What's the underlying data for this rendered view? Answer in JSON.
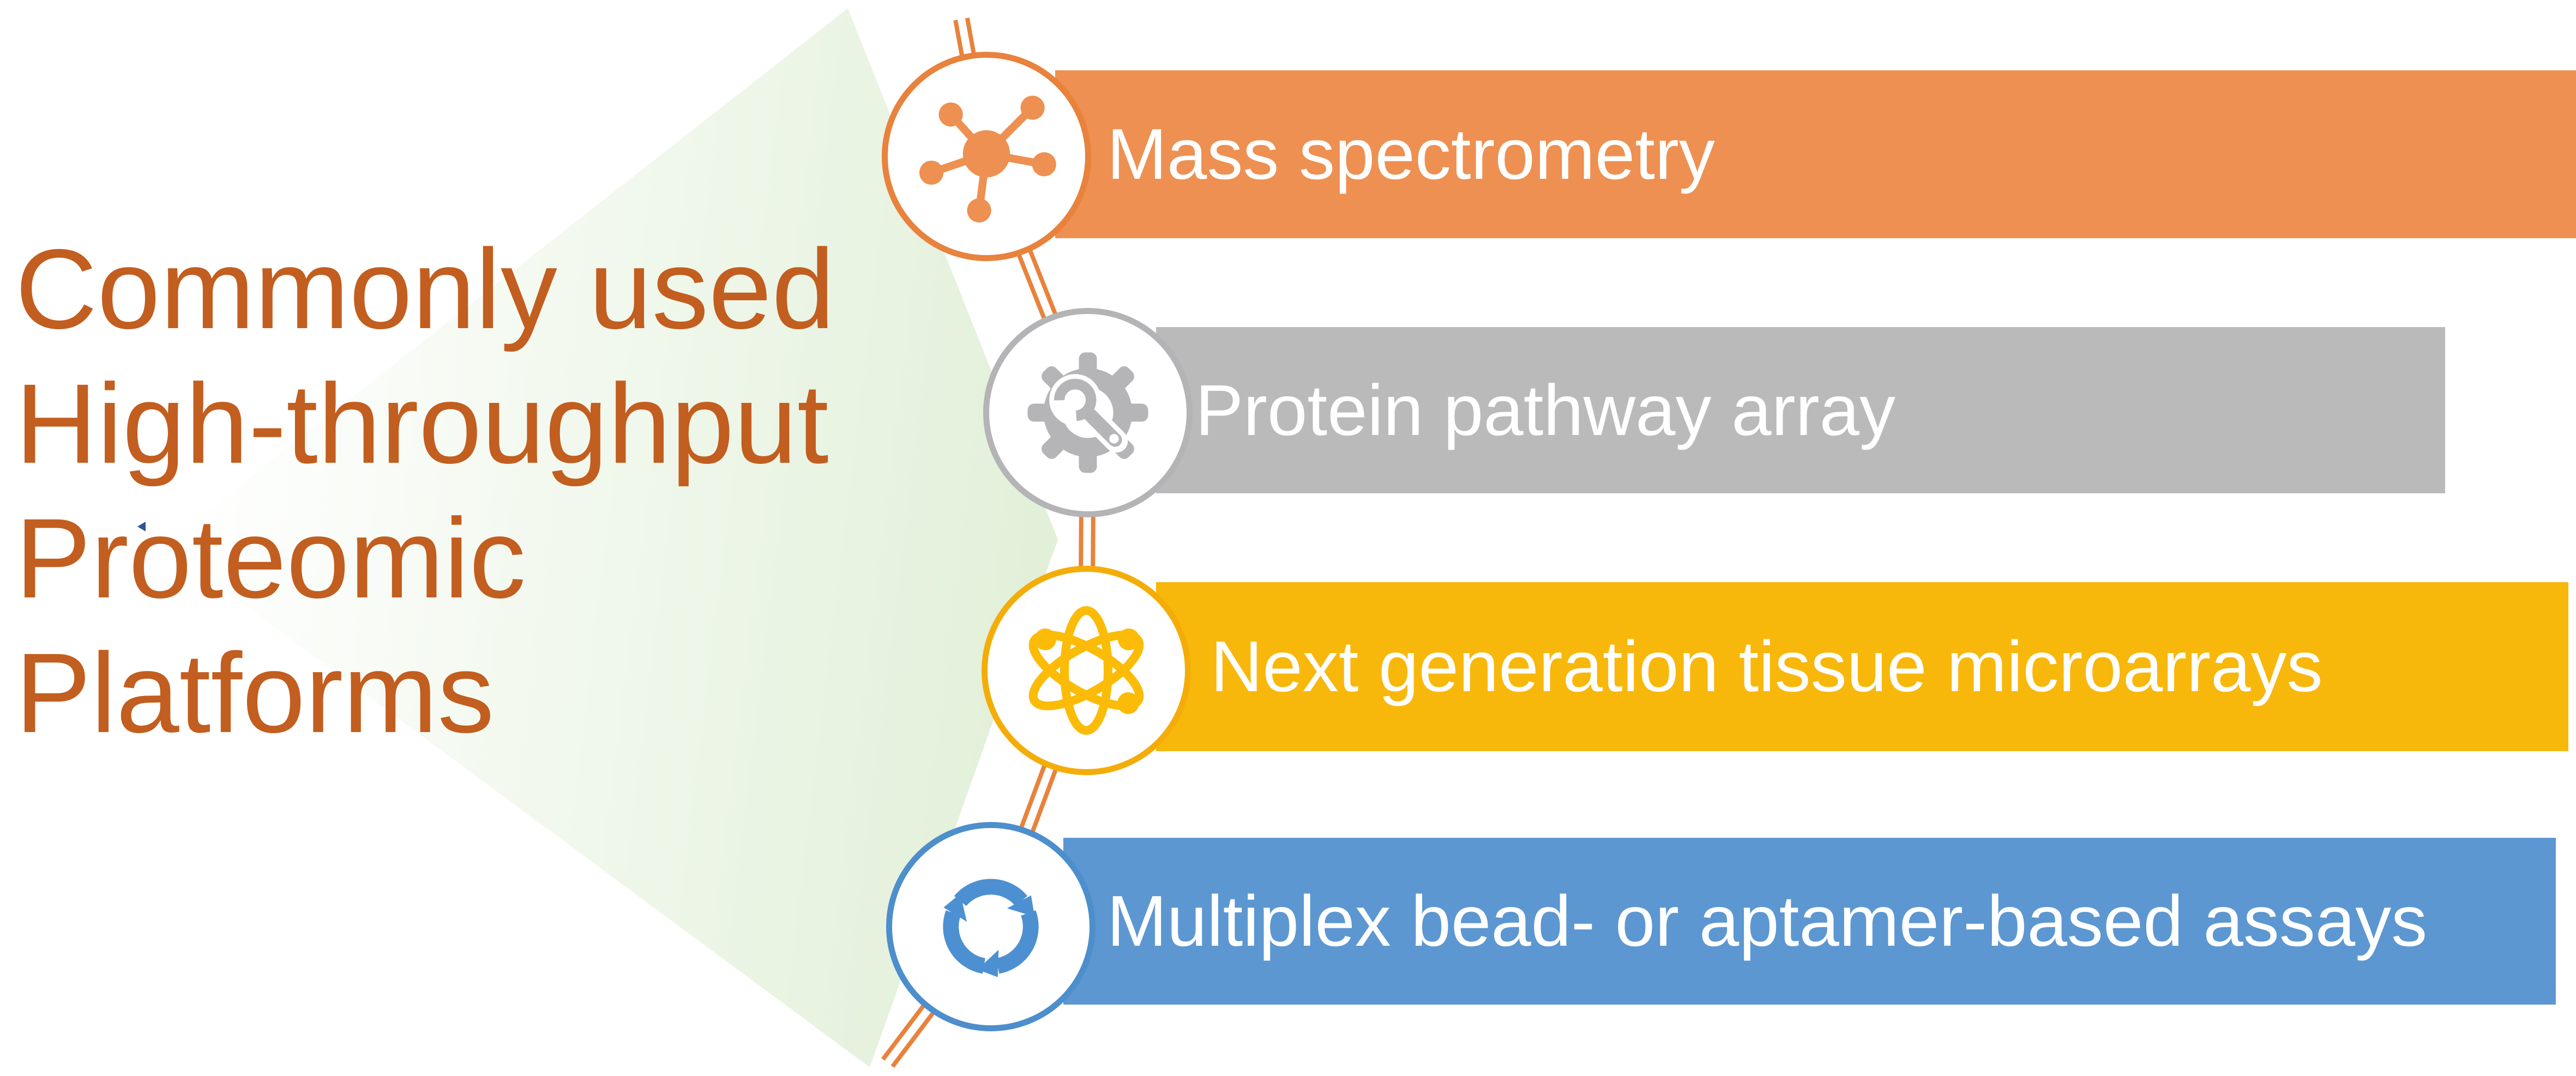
{
  "title": {
    "lines": [
      "Commonly used",
      "High-throughput",
      "Proteomic",
      "Platforms"
    ],
    "color": "#C25E1F"
  },
  "platforms": [
    {
      "label": "Mass spectrometry",
      "icon": "molecule-icon",
      "bar_color": "#EE9051",
      "circle_border_color": "#E8823C",
      "icon_color": "#EE9051",
      "text_color": "#FFFFFF"
    },
    {
      "label": "Protein pathway array",
      "icon": "gear-wrench-icon",
      "bar_color": "#BBBABA",
      "circle_border_color": "#B4B3B5",
      "icon_color": "#B5B4B6",
      "text_color": "#FFFFFF"
    },
    {
      "label": "Next generation tissue microarrays",
      "icon": "atom-icon",
      "bar_color": "#F8B70B",
      "circle_border_color": "#F4AD08",
      "icon_color": "#FBBB07",
      "text_color": "#FFFFFF"
    },
    {
      "label": "Multiplex bead- or aptamer-based assays",
      "icon": "recycle-icon",
      "bar_color": "#5C97D1",
      "circle_border_color": "#4D8ECD",
      "icon_color": "#4D90D1",
      "text_color": "#FFFFFF"
    }
  ],
  "connector_line_color": "#E8823C",
  "background_shape_color": "#E2F0D9",
  "cursor_artifact_color": "#2F5496"
}
